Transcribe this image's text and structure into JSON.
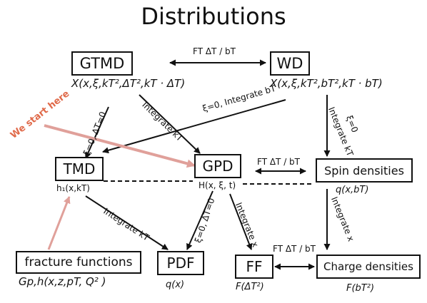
{
  "title": "Distributions",
  "colors": {
    "ink": "#111111",
    "accent": "#e06a4a",
    "accent_arrow": "#e0a09a"
  },
  "nodes": {
    "gtmd": {
      "label": "GTMD",
      "formula": "X(x,ξ,kT²,ΔT²,kT · ΔT)"
    },
    "wd": {
      "label": "WD",
      "formula": "X(x,ξ,kT²,bT²,kT · bT)"
    },
    "tmd": {
      "label": "TMD",
      "formula": "h₁(x,kT)"
    },
    "gpd": {
      "label": "GPD",
      "formula": "H(x, ξ, t)"
    },
    "spin": {
      "label": "Spin densities",
      "formula": "q(x,bT)"
    },
    "fracture": {
      "label": "fracture functions",
      "formula": "Gp,h(x,z,pT, Q² )"
    },
    "pdf": {
      "label": "PDF",
      "formula": "q(x)"
    },
    "ff": {
      "label": "FF",
      "formula": "F(ΔT²)"
    },
    "charge": {
      "label": "Charge densities",
      "formula": "F(bT²)"
    }
  },
  "edges": {
    "ft_gtmd_wd": "FT ΔT / bT",
    "xi_wd_tmd": "ξ=0, Integrate bT",
    "int_gtmd_gpd": "Integrate kT",
    "xi_gtmd_tmd": "ξ=0, ΔT=0",
    "int_wd_spin": "Integrate kT",
    "xi_wd_spin": "ξ=0",
    "ft_gpd_spin": "FT ΔT / bT",
    "int_tmd_pdf": "Integrate kT",
    "xi_gpd_pdf": "ξ=0, ΔT=0",
    "int_gpd_ff": "Integrate x",
    "int_spin_charge": "Integrate x",
    "ft_ff_charge": "FT ΔT / bT"
  },
  "annotation": "We start here"
}
